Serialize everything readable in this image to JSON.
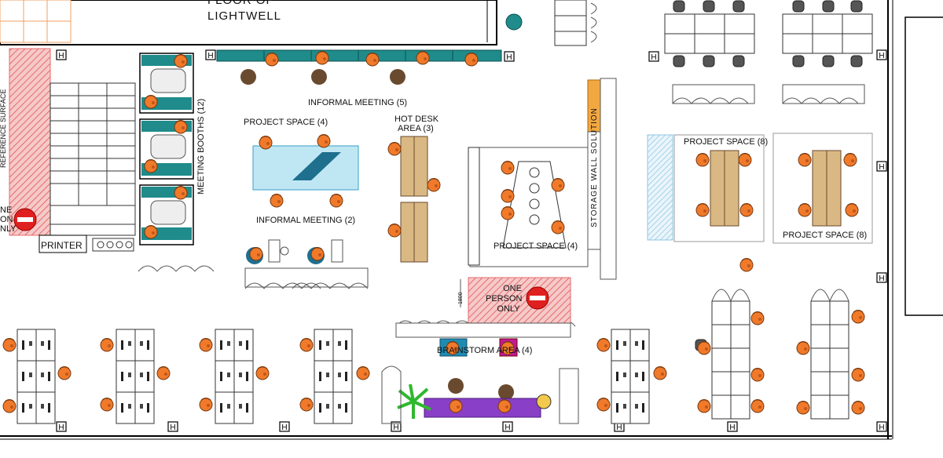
{
  "labels": {
    "lightwell_line1": "FLOOR OF",
    "lightwell_line2": "LIGHTWELL",
    "reference_surface": "REFERENCE SURFACE",
    "printer": "PRINTER",
    "meeting_booths": "MEETING BOOTHS (12)",
    "informal_meeting_5": "INFORMAL MEETING (5)",
    "project_space_4_left": "PROJECT SPACE (4)",
    "informal_meeting_2": "INFORMAL MEETING (2)",
    "hot_desk_line1": "HOT DESK",
    "hot_desk_line2": "AREA (3)",
    "project_space_4_center": "PROJECT SPACE (4)",
    "storage_wall": "STORAGE WALL SOLUTION",
    "project_space_8_top": "PROJECT SPACE (8)",
    "project_space_8_bottom": "PROJECT SPACE (8)",
    "one_person_line1": "ONE",
    "one_person_line2": "PERSON",
    "one_person_line3": "ONLY",
    "left_cut_line1": "NE",
    "left_cut_line2": "ON",
    "left_cut_line3": "NLY",
    "brainstorm": "BRAINSTORM AREA (4)",
    "dimension_mark": "1800"
  },
  "colors": {
    "chair": "#f07a2a",
    "teal_bench": "#1f8b8b",
    "table_wood": "#d9b883",
    "glass_table": "#bfe7f3",
    "no_entry": "#e02020",
    "hatch_red": "#e56a6a",
    "sofa_purple": "#8a3fc7",
    "plant_green": "#2fb82f",
    "storage_orange": "#f2a840",
    "dark_chair": "#555555"
  }
}
